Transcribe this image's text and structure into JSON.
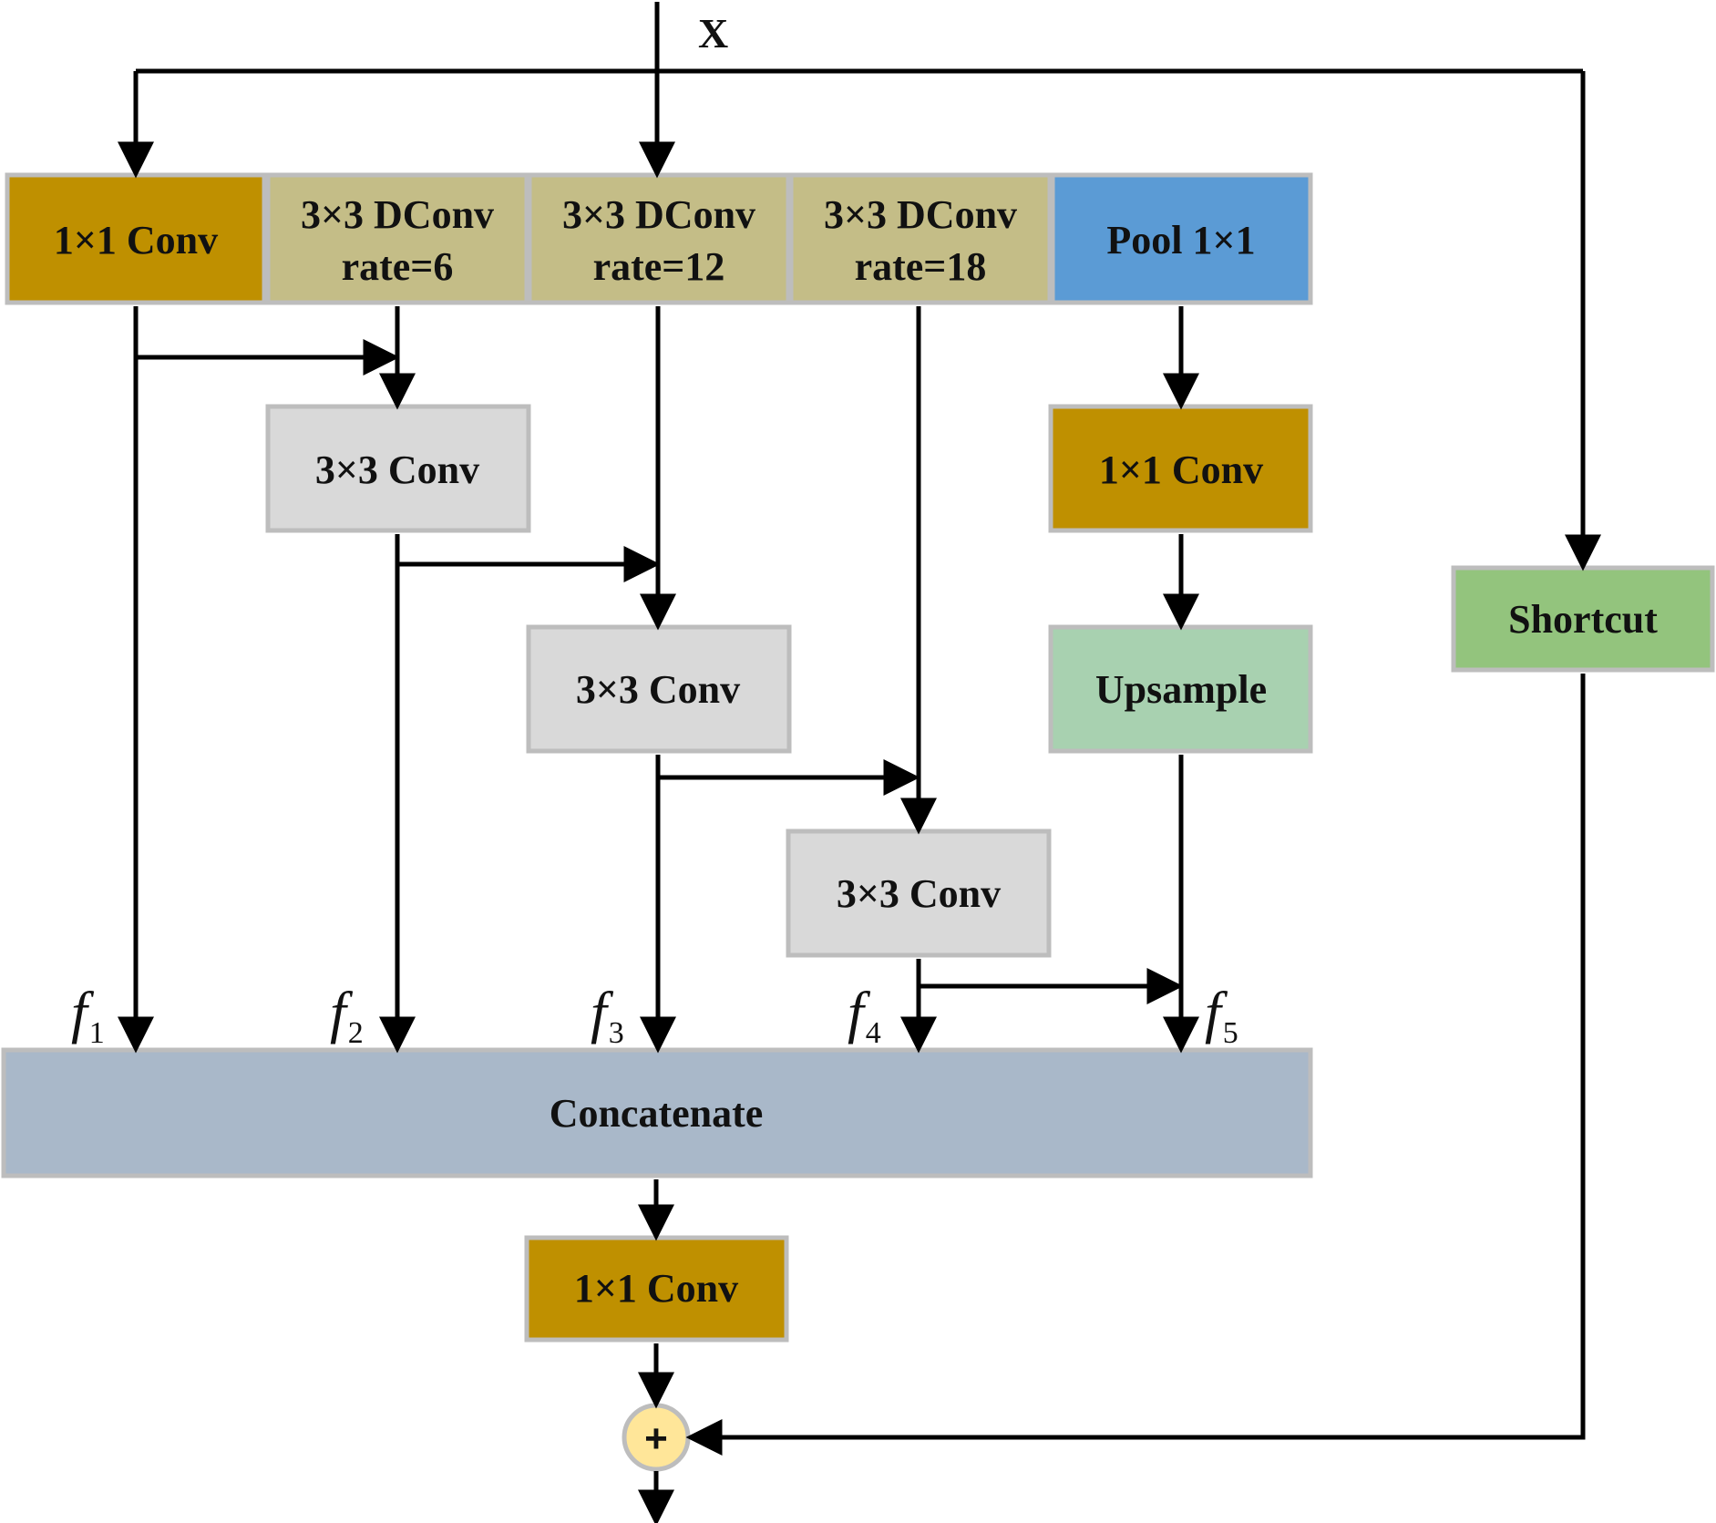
{
  "input_label": "X",
  "colors": {
    "conv1x1": "#bf9000",
    "dconv": "#c4bd87",
    "pool": "#5b9bd5",
    "conv3x3": "#d9d9d9",
    "upsample": "#a8d1b0",
    "shortcut": "#93c47d",
    "concat": "#a9b8c9",
    "adder": "#ffe699",
    "arrow": "#000000"
  },
  "top_row": [
    {
      "lines": [
        "1×1 Conv"
      ]
    },
    {
      "lines": [
        "3×3 DConv",
        "rate=6"
      ]
    },
    {
      "lines": [
        "3×3 DConv",
        "rate=12"
      ]
    },
    {
      "lines": [
        "3×3 DConv",
        "rate=18"
      ]
    },
    {
      "lines": [
        "Pool 1×1"
      ]
    }
  ],
  "conv3x3_label": "3×3 Conv",
  "pool_conv_label": "1×1 Conv",
  "upsample_label": "Upsample",
  "shortcut_label": "Shortcut",
  "concat_label": "Concatenate",
  "final_conv_label": "1×1 Conv",
  "adder_symbol": "+",
  "feature_labels": [
    {
      "f": "f",
      "sub": "1"
    },
    {
      "f": "f",
      "sub": "2"
    },
    {
      "f": "f",
      "sub": "3"
    },
    {
      "f": "f",
      "sub": "4"
    },
    {
      "f": "f",
      "sub": "5"
    }
  ]
}
